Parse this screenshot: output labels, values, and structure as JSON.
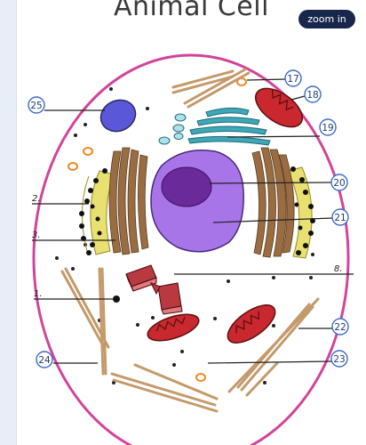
{
  "header": {
    "title": "Animal Cell",
    "zoom_label": "zoom in"
  },
  "labels": {
    "n17": "17",
    "n18": "18",
    "n19": "19",
    "n20": "20",
    "n21": "21",
    "n22": "22",
    "n23": "23",
    "n24": "24",
    "n25": "25",
    "h1": "1.",
    "h2": "2.",
    "h3": "3.",
    "h8": "8."
  },
  "colors": {
    "membrane": "#d2449a",
    "nucleus": "#a875e8",
    "nucleolus": "#6a2a9a",
    "mitochondria": "#c8282e",
    "golgi": "#3ea8b8",
    "lysosome": "#5a58d8",
    "centriole": "#b83a40",
    "microtubules": "#c49a6a",
    "er_rough": "#9a6c42",
    "er_smooth": "#e8e070",
    "badge_border": "#3c6cc8",
    "zoom_button": "#17264a"
  }
}
